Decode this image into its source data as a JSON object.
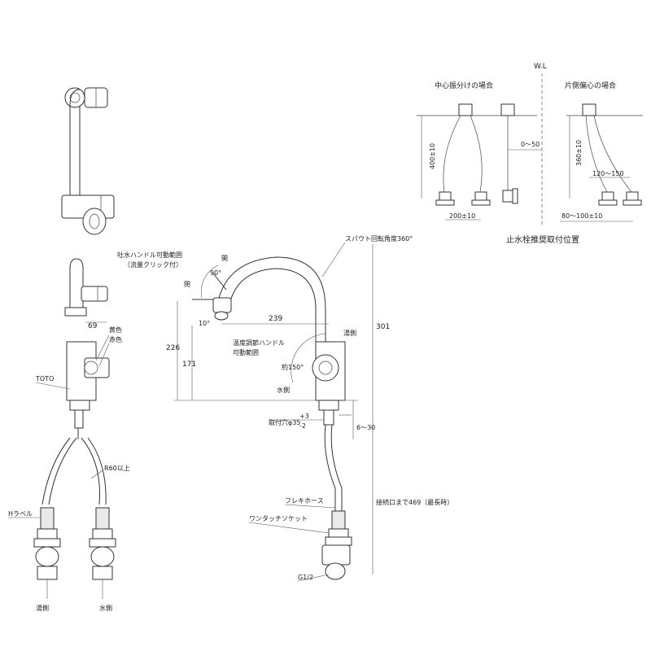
{
  "wl_label": "W.L",
  "install": {
    "center_title": "中心振分けの場合",
    "side_title": "片側偏心の場合",
    "dim_400": "400±10",
    "dim_200": "200±10",
    "dim_0_50": "0～50",
    "dim_360": "360±10",
    "dim_120_150": "120～150",
    "dim_80_100": "80～100±10",
    "caption": "止水栓推奨取付位置"
  },
  "main": {
    "spout_rotation": "スパウト回転角度360°",
    "handle_range_line1": "吐水ハンドル可動範囲",
    "handle_range_line2": "（流量クリック付）",
    "open_label": "開",
    "close_label": "閉",
    "angle_90": "90°",
    "angle_10": "10°",
    "temp_handle_line1": "温度調節ハンドル",
    "temp_handle_line2": "可動範囲",
    "angle_150": "約150°",
    "hot_side": "湯側",
    "cold_side": "水側",
    "dim_239": "239",
    "dim_226": "226",
    "dim_171": "171",
    "dim_301": "301",
    "dim_6_30": "6～30",
    "dim_469": "接続口まで469（最長時）",
    "mount_hole": "取付穴φ35",
    "mount_hole_tol_top": "+3",
    "mount_hole_tol_bot": "-2",
    "flex_hose": "フレキホース",
    "one_touch": "ワンタッチソケット",
    "thread": "G1/2"
  },
  "front": {
    "dim_69": "69",
    "yellow": "黄色",
    "red": "赤色",
    "brand": "TOTO",
    "radius": "R60以上",
    "h_label": "Hラベル",
    "hot_side": "湯側",
    "cold_side": "水側"
  }
}
